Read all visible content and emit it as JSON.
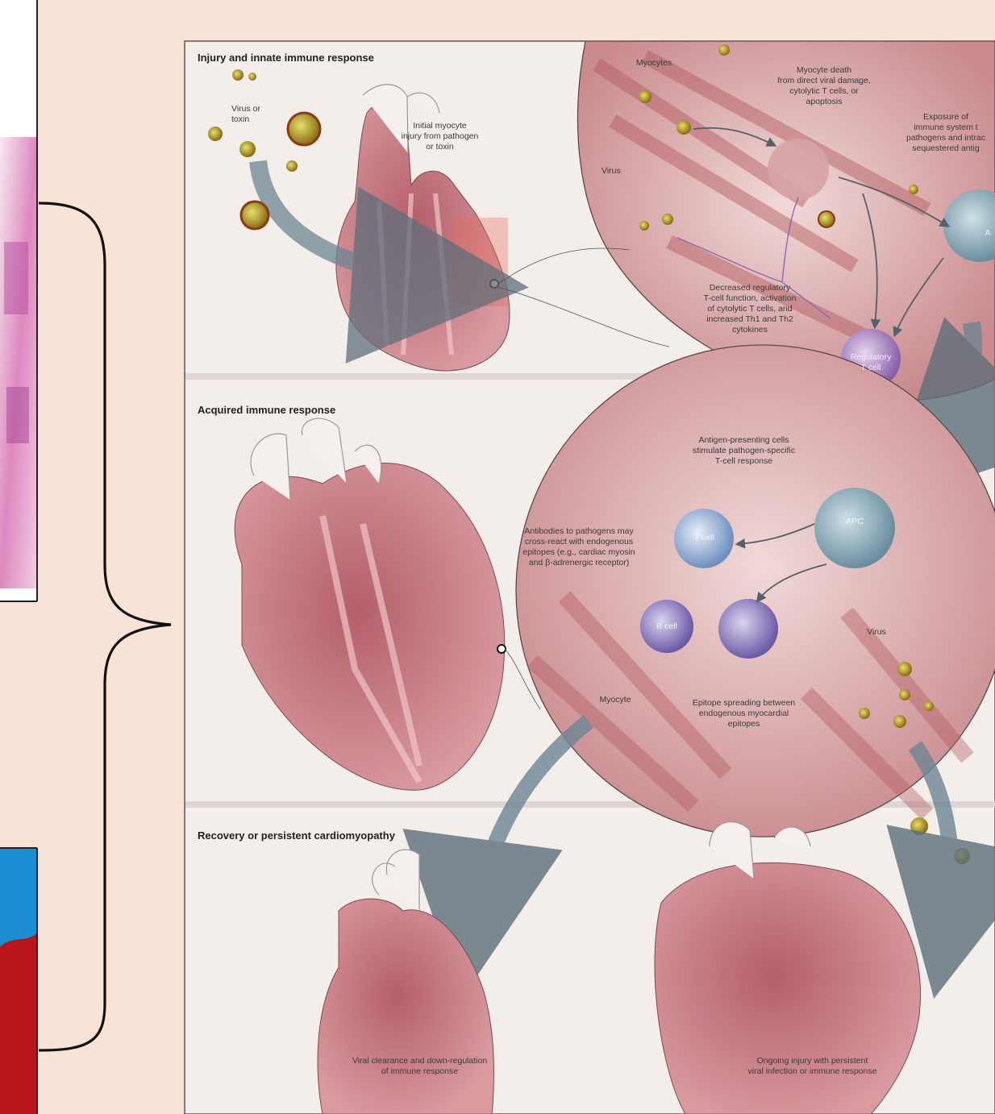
{
  "panels": {
    "injury": {
      "title": "Injury and innate immune response",
      "virus_label": "Virus or\ntoxin",
      "initial_injury": "Initial myocyte\ninjury from pathogen\nor toxin",
      "myocytes": "Myocytes",
      "myocyte_death": "Myocyte death\nfrom direct viral damage,\ncytolytic T cells, or\napoptosis",
      "exposure": "Exposure of\nimmune system t\npathogens and intrac\nsequestered antig",
      "virus": "Virus",
      "decreased": "Decreased regulatory\nT-cell function, activation\nof cytolytic T cells, and\nincreased Th1 and Th2\ncytokines",
      "regulatory": "Regulatory\nT cell",
      "apc_partial": "A"
    },
    "acquired": {
      "title": "Acquired immune response",
      "apc_stimulate": "Antigen-presenting cells\nstimulate pathogen-specific\nT-cell response",
      "antibodies": "Antibodies to pathogens may\ncross-react with endogenous\nepitopes (e.g., cardiac myosin\nand β-adrenergic receptor)",
      "t_cell": "T cell",
      "apc": "APC",
      "b_cell": "B cell",
      "virus": "Virus",
      "myocyte": "Myocyte",
      "epitope": "Epitope spreading between\nendogenous myocardial\nepitopes"
    },
    "recovery": {
      "title": "Recovery or persistent cardiomyopathy",
      "viral_clearance": "Viral clearance and down-regulation\nof immune response",
      "ongoing": "Ongoing injury with persistent\nviral infection or immune response"
    }
  },
  "colors": {
    "background": "#f9e3d6",
    "panel": "#f4eeeb",
    "heart": "#b86b73",
    "arrow": "#6e8694"
  }
}
